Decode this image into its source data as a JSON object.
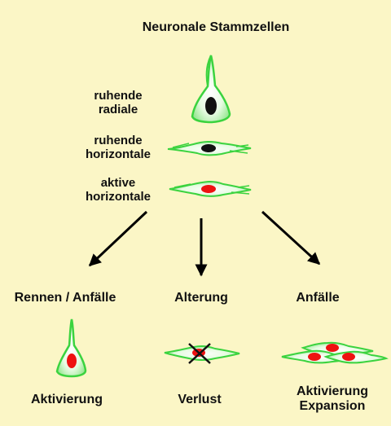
{
  "title": "Neuronale Stammzellen",
  "cell_types": [
    {
      "line1": "ruhende",
      "line2": "radiale"
    },
    {
      "line1": "ruhende",
      "line2": "horizontale"
    },
    {
      "line1": "aktive",
      "line2": "horizontale"
    }
  ],
  "branches": [
    {
      "condition": "Rennen / Anfälle",
      "outcome": "Aktivierung"
    },
    {
      "condition": "Alterung",
      "outcome": "Verlust"
    },
    {
      "condition": "Anfälle",
      "outcome": "Aktivierung",
      "outcome_line2": "Expansion"
    }
  ],
  "colors": {
    "background": "#fbf6c6",
    "cell_body": "#2ecc3a",
    "cell_highlight": "#e8ffe6",
    "quiescent_nucleus": "#111111",
    "active_nucleus": "#ee1111",
    "arrow": "#000000"
  }
}
